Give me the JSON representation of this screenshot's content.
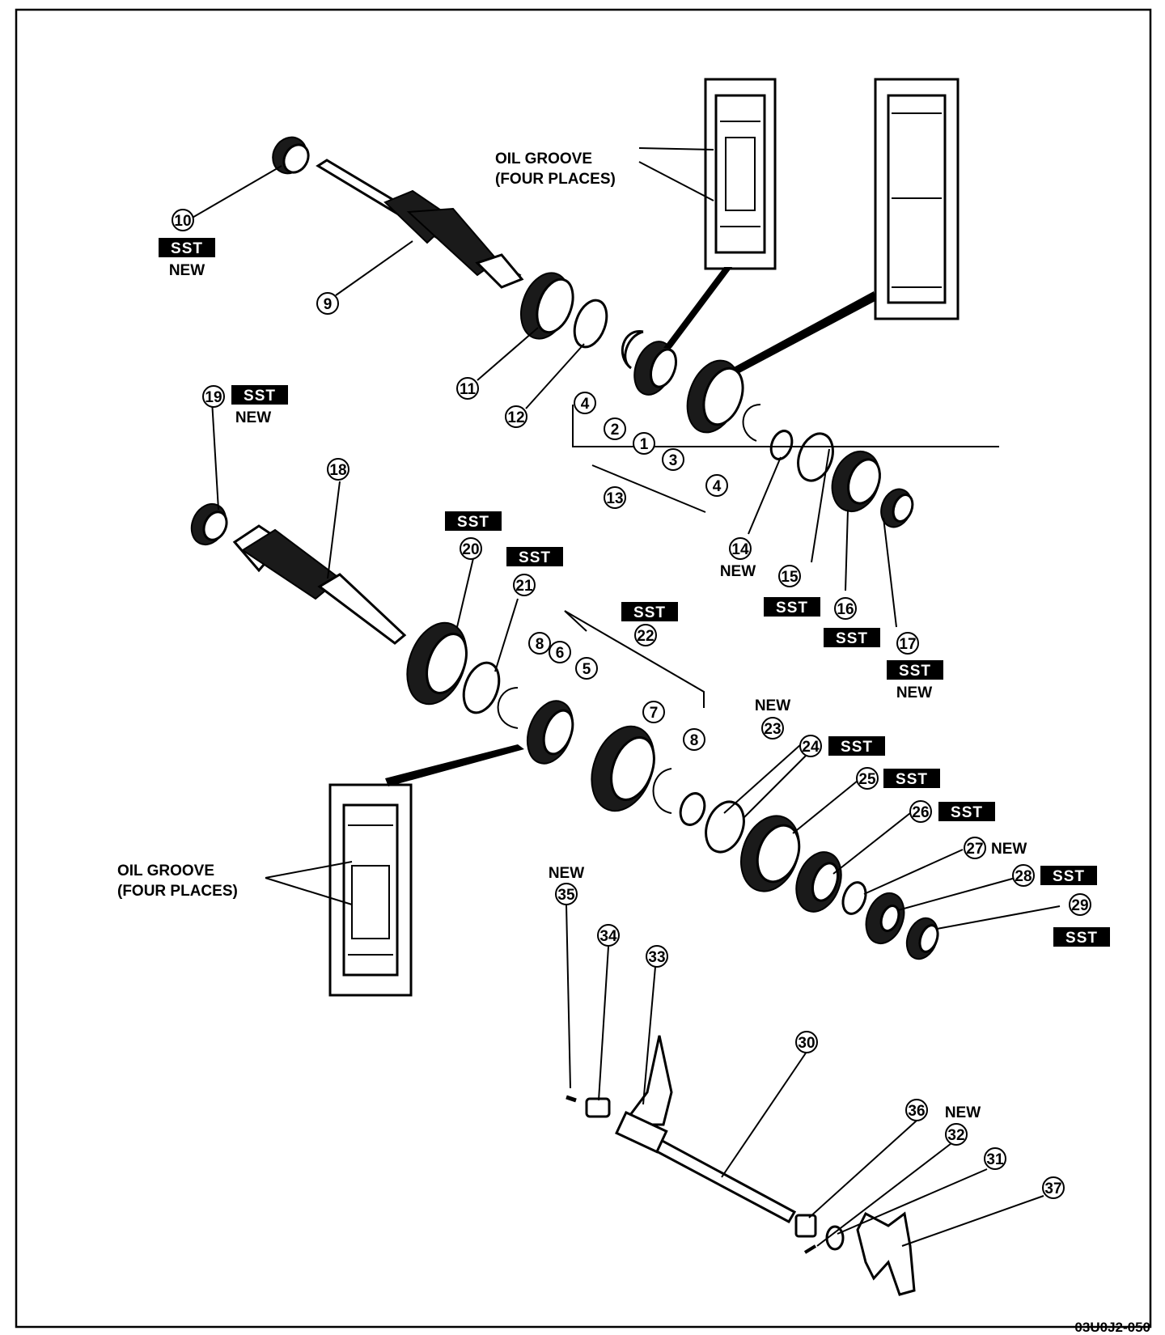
{
  "diagram": {
    "code": "03U0J2-050",
    "tags": {
      "sst": "SST",
      "new": "NEW"
    },
    "oil_groove_upper": {
      "line1": "OIL GROOVE",
      "line2": "(FOUR PLACES)"
    },
    "oil_groove_lower": {
      "line1": "OIL GROOVE",
      "line2": "(FOUR PLACES)"
    },
    "callouts": [
      "1",
      "2",
      "3",
      "4",
      "5",
      "6",
      "7",
      "8",
      "9",
      "10",
      "11",
      "12",
      "13",
      "14",
      "15",
      "16",
      "17",
      "18",
      "19",
      "20",
      "21",
      "22",
      "23",
      "24",
      "25",
      "26",
      "27",
      "28",
      "29",
      "30",
      "31",
      "32",
      "33",
      "34",
      "35",
      "36",
      "37"
    ]
  }
}
